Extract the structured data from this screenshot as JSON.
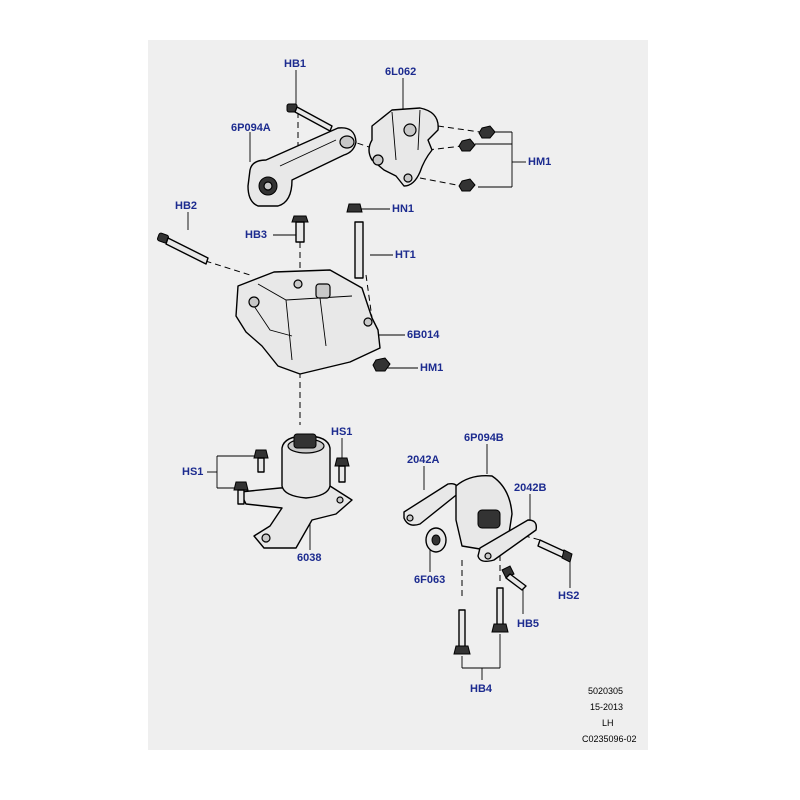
{
  "labels": {
    "hb1": "HB1",
    "l6l062": "6L062",
    "p6p094a": "6P094A",
    "hm1_top": "HM1",
    "hb2": "HB2",
    "hn1": "HN1",
    "hb3": "HB3",
    "ht1": "HT1",
    "b6b014": "6B014",
    "hm1_mid": "HM1",
    "hs1_right": "HS1",
    "hs1_left": "HS1",
    "p6038": "6038",
    "p2042a": "2042A",
    "p6p094b": "6P094B",
    "p2042b": "2042B",
    "p6f063": "6F063",
    "hs2": "HS2",
    "hb5": "HB5",
    "hb4": "HB4"
  },
  "reference": {
    "line1": "5020305",
    "line2": "15-2013",
    "line3": "LH",
    "line4": "C0235096-02"
  },
  "colors": {
    "label": "#1c2b8f",
    "panel": "#efefef"
  }
}
